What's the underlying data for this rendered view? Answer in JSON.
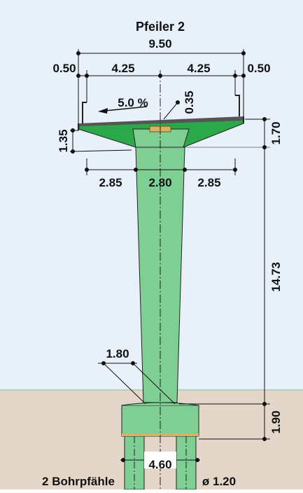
{
  "title": "Pfeiler 2",
  "dimensions": {
    "total_width": "9.50",
    "left_overhang": "0.50",
    "left_half": "4.25",
    "right_half": "4.25",
    "right_overhang": "0.50",
    "slope": "5.0 %",
    "slab_thickness": "0.35",
    "cantilever_depth": "1.35",
    "cap_height": "1.70",
    "left_arm": "2.85",
    "column_top_width": "2.80",
    "right_arm": "2.85",
    "column_height": "14.73",
    "column_base_width": "1.80",
    "footing_height": "1.90",
    "pile_spacing": "4.60",
    "pile_diameter": "ø 1.20"
  },
  "piles_label": "2 Bohrpfähle",
  "colors": {
    "sky": "#e8f1fa",
    "ground": "#e4d6c8",
    "concrete": "#7fcf94",
    "cap": "#2aa84a",
    "outline": "#222222",
    "accent": "#d8b060"
  }
}
